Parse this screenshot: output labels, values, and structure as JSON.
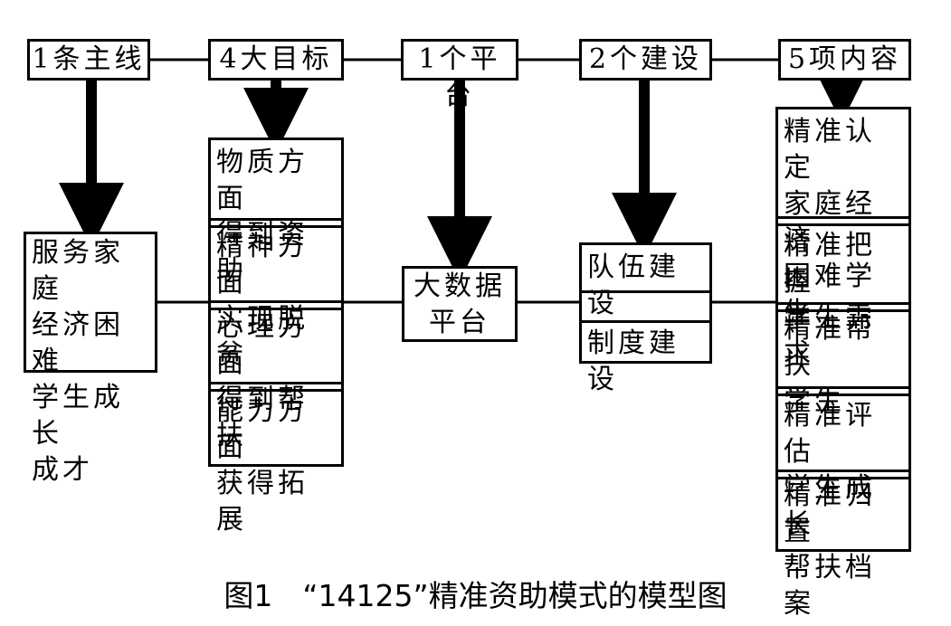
{
  "headers": [
    "1条主线",
    "4大目标",
    "1个平台",
    "2个建设",
    "5项内容"
  ],
  "main_line": "服务家庭\n经济困难\n学生成长\n成才",
  "goals": [
    "物质方面\n得到资助",
    "精神方面\n实现脱贫",
    "心理方面\n得到帮扶",
    "能力方面\n获得拓展"
  ],
  "platform": "大数据\n平台",
  "constructions": [
    "队伍建设",
    "制度建设"
  ],
  "contents": [
    "精准认定\n家庭经济\n困难学生",
    "精准把握\n学生需求",
    "精准帮扶\n学生",
    "精准评估\n学生成长",
    "精准归置\n帮扶档案"
  ],
  "caption": "图1　“14125”精准资助模式的模型图"
}
